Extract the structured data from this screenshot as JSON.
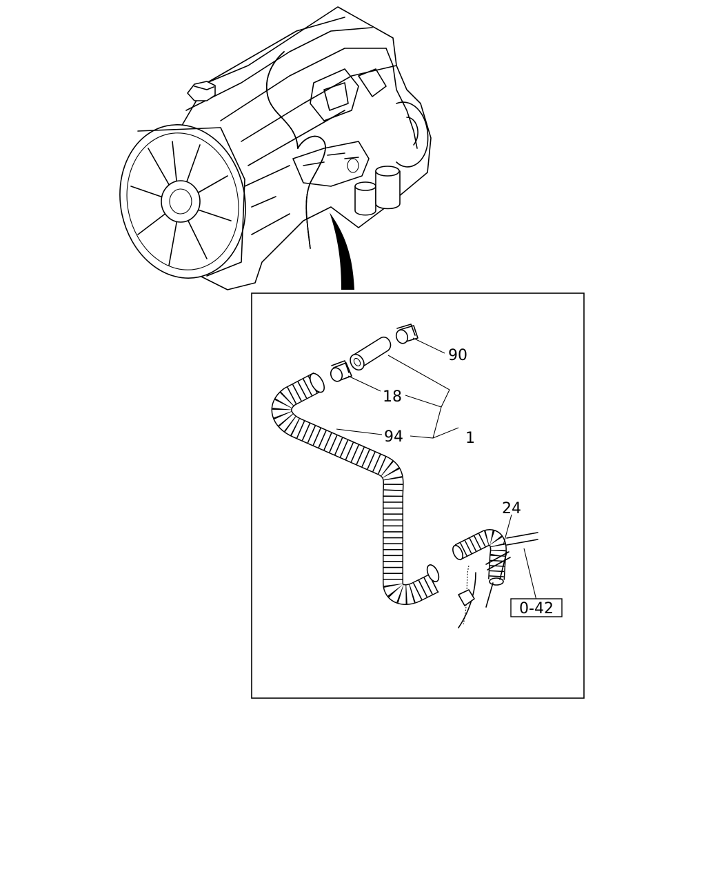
{
  "diagram": {
    "callouts": {
      "c90": "90",
      "c18": "18",
      "c94": "94",
      "c1": "1",
      "c24": "24",
      "ref": "0-42"
    }
  },
  "colors": {
    "line": "#000000",
    "background": "#ffffff"
  },
  "icons": [
    "engine-illustration",
    "hose-clamp-icon",
    "connector-tube-icon",
    "corrugated-hose-icon",
    "pointer-arrow-icon"
  ]
}
